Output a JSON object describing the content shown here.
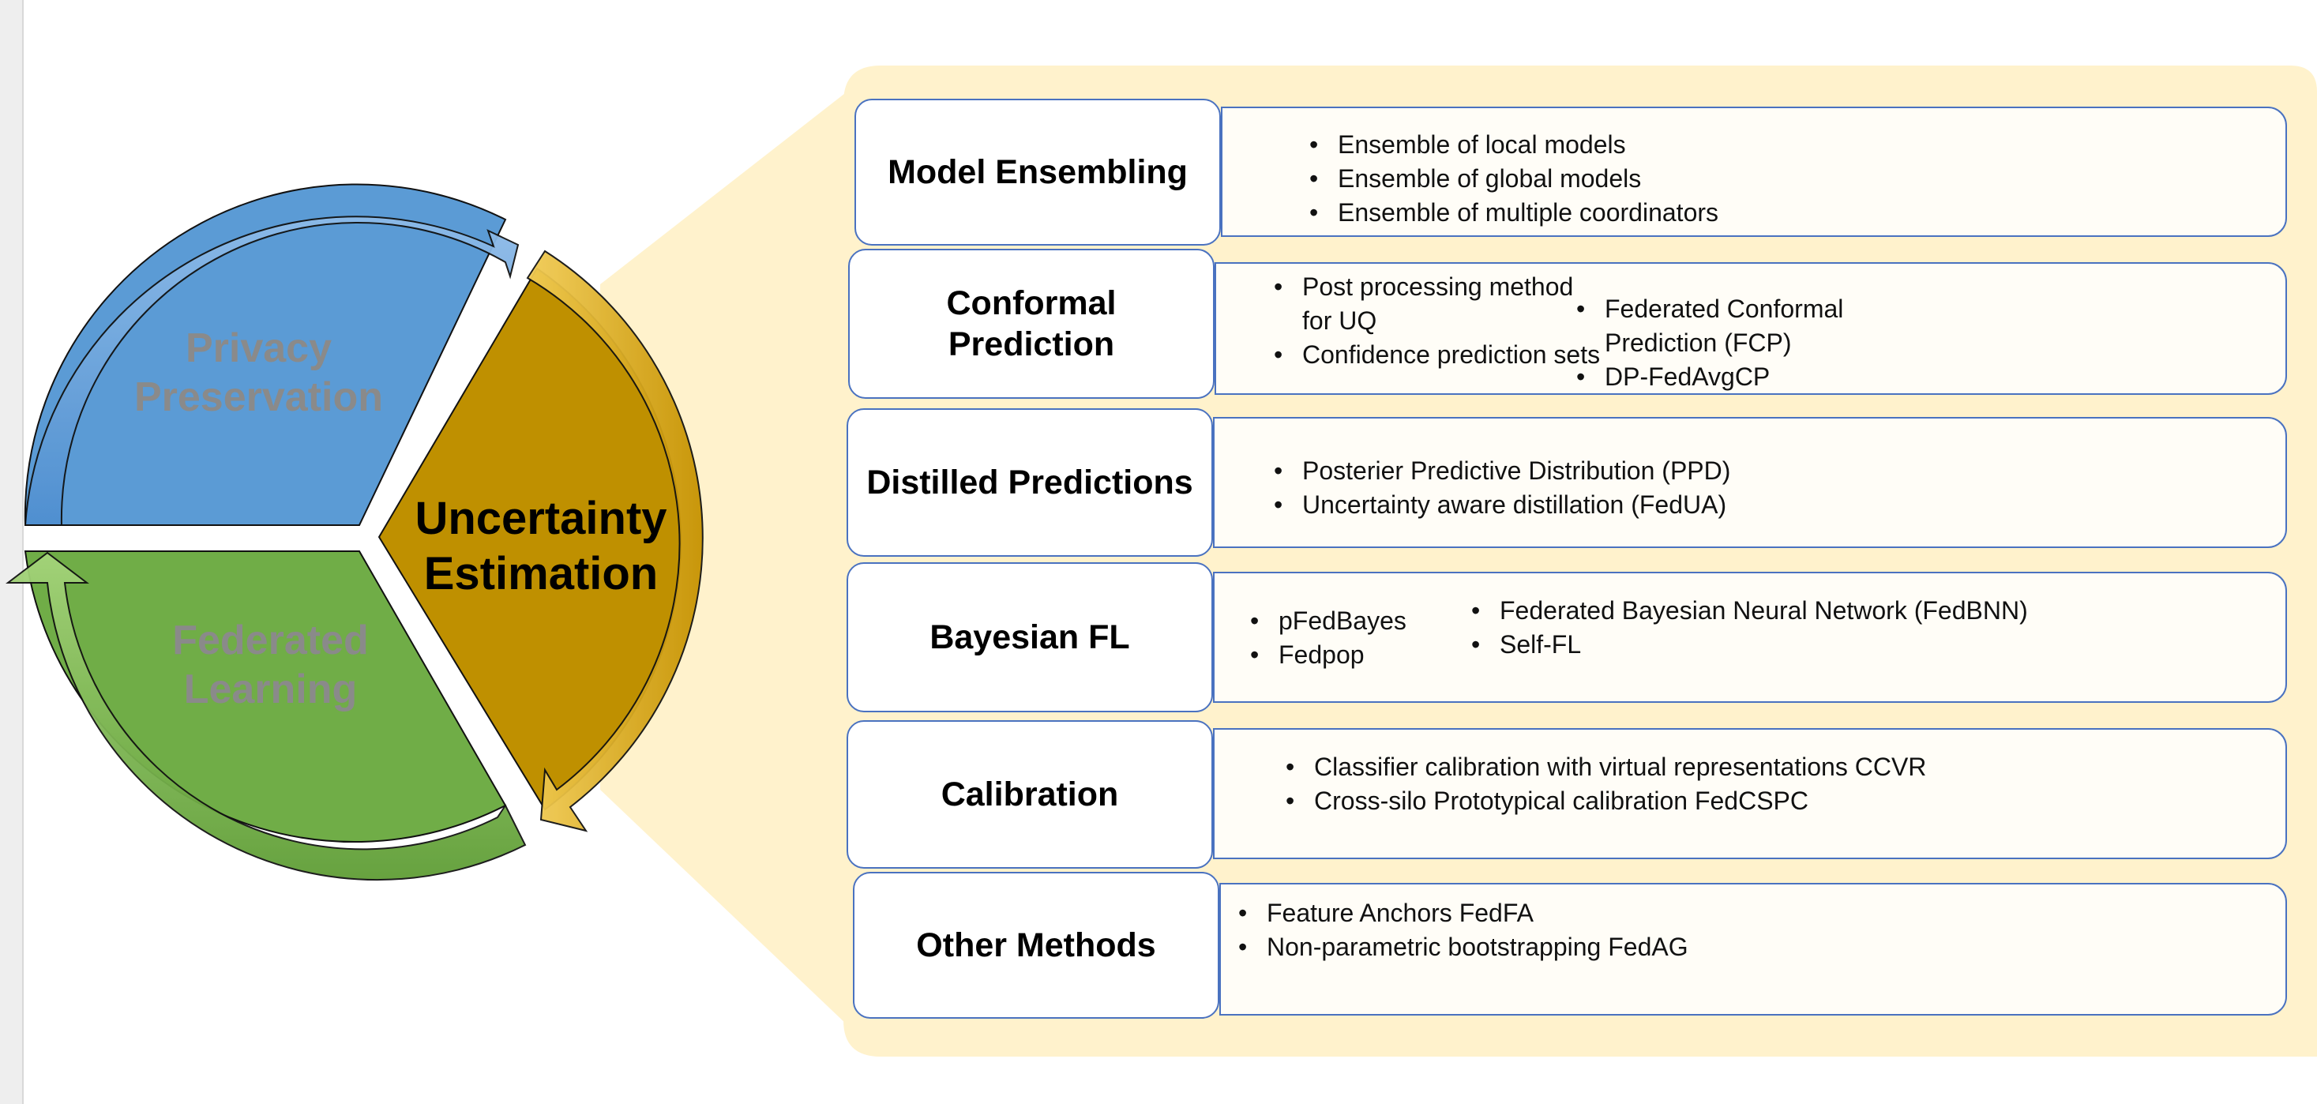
{
  "cycle": {
    "privacy": {
      "lines": [
        "Privacy",
        "Preservation"
      ],
      "color": "#5b9bd5"
    },
    "federated": {
      "lines": [
        "Federated",
        "Learning"
      ],
      "color": "#70ad47"
    },
    "uncertainty": {
      "lines": [
        "Uncertainty",
        "Estimation"
      ],
      "color": "#bf9000"
    }
  },
  "panel_color": "#fff2cc",
  "categories": [
    {
      "label": [
        "Model Ensembling"
      ],
      "columns": [
        [
          [
            "Ensemble of local models"
          ],
          [
            "Ensemble of global models"
          ],
          [
            "Ensemble of multiple coordinators"
          ]
        ]
      ]
    },
    {
      "label": [
        "Conformal",
        "Prediction"
      ],
      "columns": [
        [
          [
            "Post processing method",
            "for UQ"
          ],
          [
            "Confidence prediction sets"
          ]
        ],
        [
          [
            "Federated Conformal",
            "Prediction (FCP)"
          ],
          [
            "DP-FedAvgCP"
          ]
        ]
      ]
    },
    {
      "label": [
        "Distilled Predictions"
      ],
      "columns": [
        [
          [
            "Posterier Predictive Distribution (PPD)"
          ],
          [
            "Uncertainty aware distillation (FedUA)"
          ]
        ]
      ]
    },
    {
      "label": [
        "Bayesian FL"
      ],
      "columns": [
        [
          [
            "pFedBayes"
          ],
          [
            "Fedpop"
          ]
        ],
        [
          [
            "Federated Bayesian Neural Network (FedBNN)"
          ],
          [
            "Self-FL"
          ]
        ]
      ]
    },
    {
      "label": [
        "Calibration"
      ],
      "columns": [
        [
          [
            "Classifier calibration with virtual representations CCVR"
          ],
          [
            "Cross-silo Prototypical calibration FedCSPC"
          ]
        ]
      ]
    },
    {
      "label": [
        "Other Methods"
      ],
      "columns": [
        [
          [
            "Feature Anchors FedFA"
          ],
          [
            "Non-parametric bootstrapping FedAG"
          ]
        ]
      ]
    }
  ]
}
